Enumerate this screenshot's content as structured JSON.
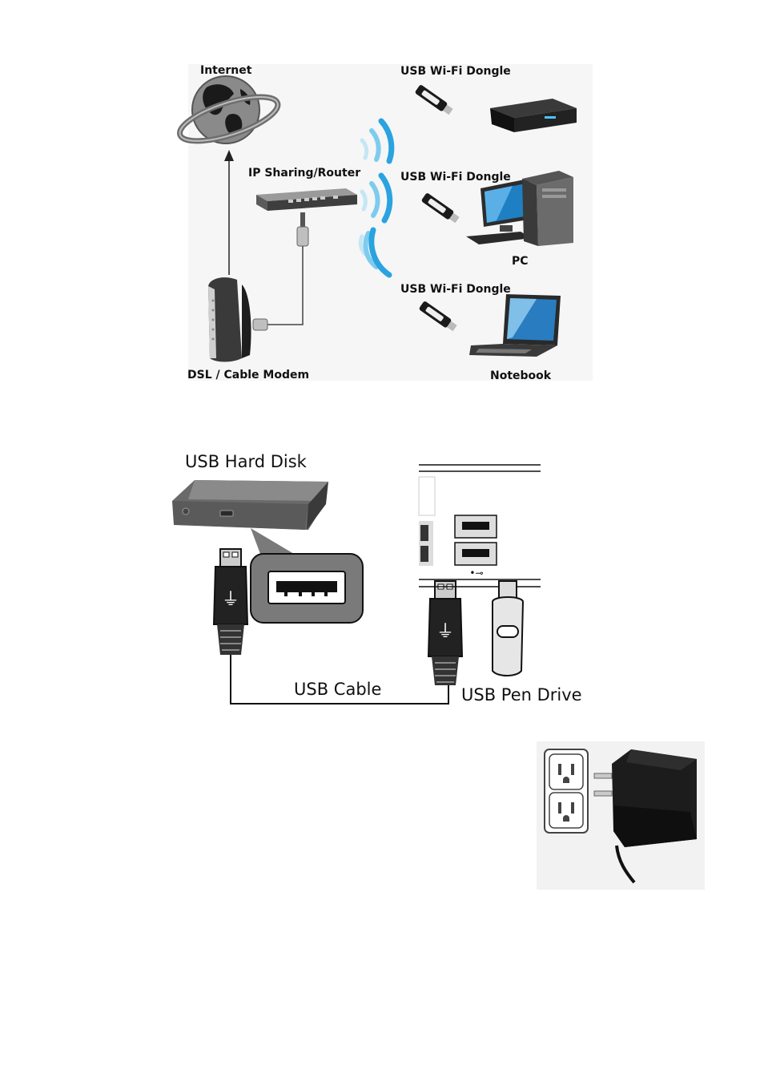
{
  "network_diagram": {
    "labels": {
      "internet": "Internet",
      "router": "IP Sharing/Router",
      "modem": "DSL / Cable Modem",
      "dongle_1": "USB Wi-Fi Dongle",
      "dongle_2": "USB Wi-Fi Dongle",
      "dongle_3": "USB Wi-Fi Dongle",
      "pc": "PC",
      "notebook": "Notebook"
    }
  },
  "usb_diagram": {
    "labels": {
      "hard_disk": "USB Hard Disk",
      "cable": "USB Cable",
      "pen_drive": "USB Pen Drive"
    }
  },
  "power_adapter": {}
}
